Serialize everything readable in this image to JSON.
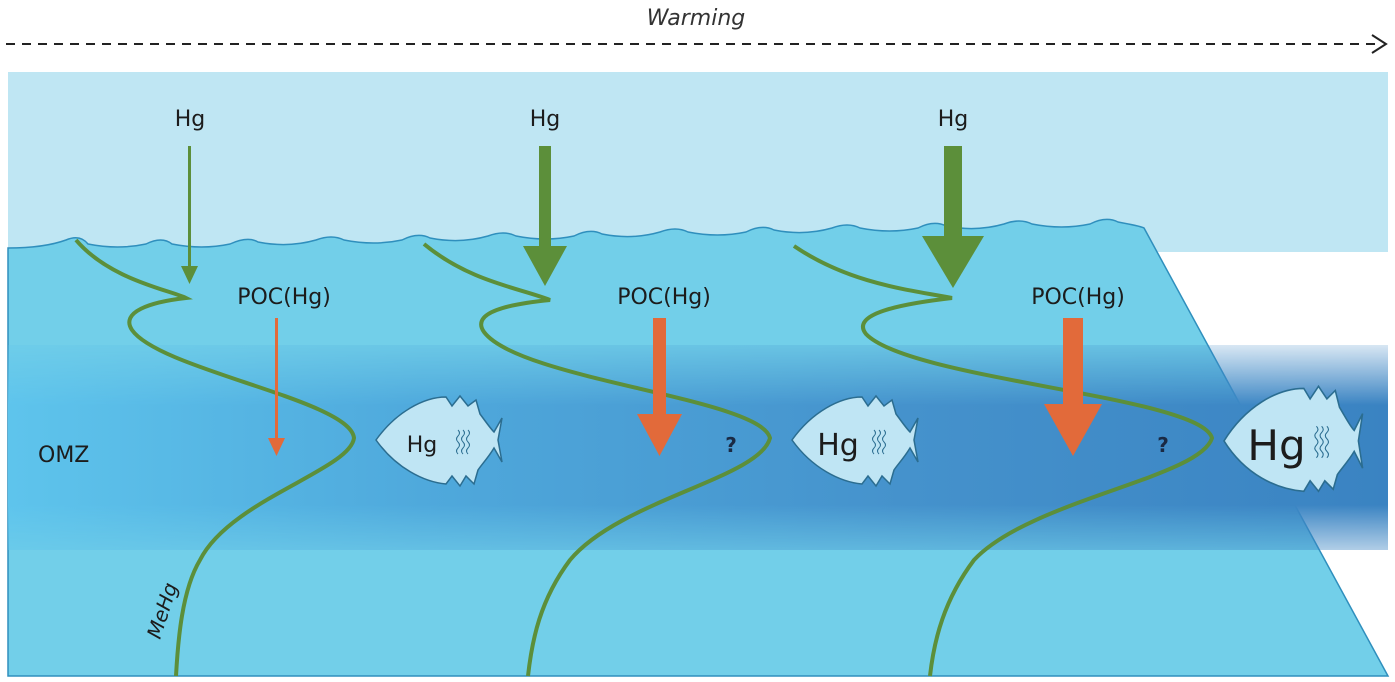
{
  "header": {
    "warming_label": "Warming"
  },
  "colors": {
    "sky": "#bfe6f3",
    "water": "#72cfe9",
    "omz_dark": "#3c87c4",
    "mercury_arrow": "#5c8f3a",
    "poc_arrow": "#e26a3a",
    "mehg_curve": "#5c8f3a",
    "fish_fill": "#bfe5f4",
    "fish_stroke": "#2b6d90"
  },
  "labels": {
    "omz": "OMZ",
    "mehg": "MeHg"
  },
  "panels": [
    {
      "hg_label": "Hg",
      "poc_label": "POC(Hg)",
      "fish_label": "Hg",
      "question": ""
    },
    {
      "hg_label": "Hg",
      "poc_label": "POC(Hg)",
      "fish_label": "Hg",
      "question": "?"
    },
    {
      "hg_label": "Hg",
      "poc_label": "POC(Hg)",
      "fish_label": "Hg",
      "question": "?"
    }
  ]
}
